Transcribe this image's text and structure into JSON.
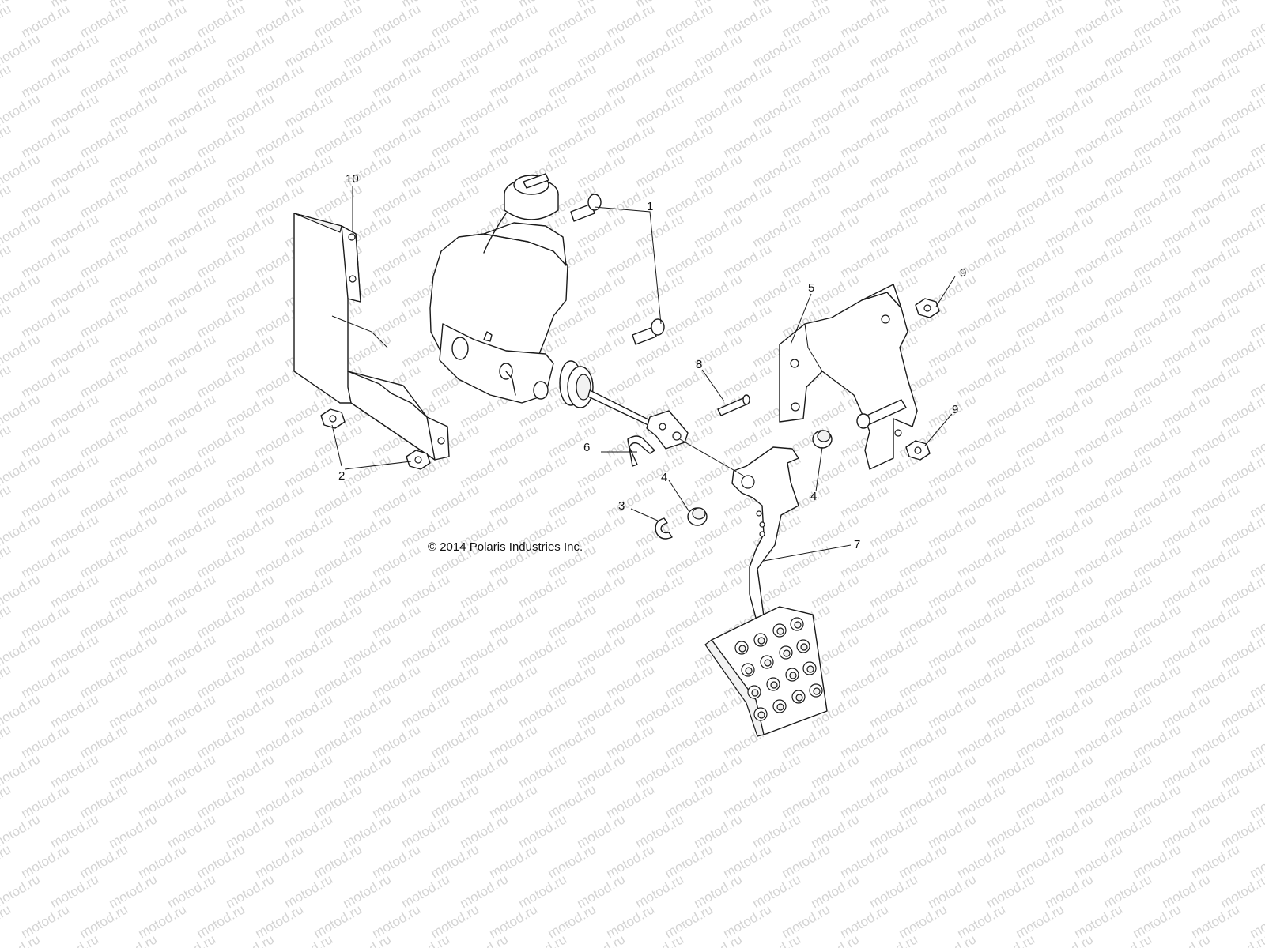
{
  "watermark": {
    "text": "motod.ru"
  },
  "copyright": "© 2014 Polaris Industries Inc.",
  "callouts": [
    {
      "id": "p10",
      "label": "10"
    },
    {
      "id": "p1",
      "label": "1"
    },
    {
      "id": "p5",
      "label": "5"
    },
    {
      "id": "p9a",
      "label": "9"
    },
    {
      "id": "p8",
      "label": "8"
    },
    {
      "id": "p9b",
      "label": "9"
    },
    {
      "id": "p6",
      "label": "6"
    },
    {
      "id": "p2",
      "label": "2"
    },
    {
      "id": "p4a",
      "label": "4"
    },
    {
      "id": "p4b",
      "label": "4"
    },
    {
      "id": "p3",
      "label": "3"
    },
    {
      "id": "p7",
      "label": "7"
    }
  ],
  "colors": {
    "ink": "#1a1a1a",
    "watermark": "#d4d4d4",
    "background": "#ffffff"
  }
}
